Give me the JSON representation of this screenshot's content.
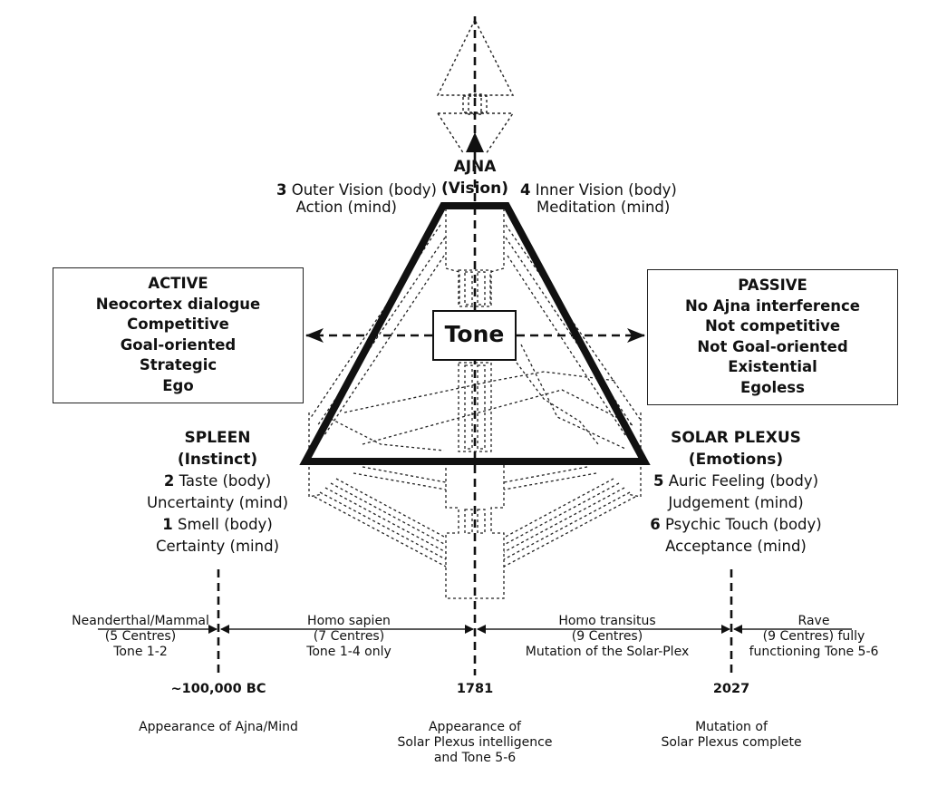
{
  "centres": {
    "ajna": {
      "title": "AJNA",
      "subtitle": "(Vision)",
      "left_num": "3",
      "left_body": "Outer Vision (body)",
      "left_mind": "Action (mind)",
      "right_num": "4",
      "right_body": "Inner Vision (body)",
      "right_mind": "Meditation (mind)"
    },
    "spleen": {
      "title": "SPLEEN",
      "subtitle": "(Instinct)",
      "tone_a_num": "2",
      "tone_a_body": "Taste (body)",
      "tone_a_mind": "Uncertainty (mind)",
      "tone_b_num": "1",
      "tone_b_body": "Smell (body)",
      "tone_b_mind": "Certainty (mind)"
    },
    "solar_plexus": {
      "title": "SOLAR PLEXUS",
      "subtitle": "(Emotions)",
      "tone_a_num": "5",
      "tone_a_body": "Auric Feeling (body)",
      "tone_a_mind": "Judgement (mind)",
      "tone_b_num": "6",
      "tone_b_body": "Psychic Touch (body)",
      "tone_b_mind": "Acceptance (mind)"
    }
  },
  "tone_label": "Tone",
  "active_box": {
    "lines": [
      "ACTIVE",
      "Neocortex dialogue",
      "Competitive",
      "Goal-oriented",
      "Strategic",
      "Ego"
    ]
  },
  "passive_box": {
    "lines": [
      "PASSIVE",
      "No Ajna interference",
      "Not competitive",
      "Not Goal-oriented",
      "Existential",
      "Egoless"
    ]
  },
  "timeline": {
    "eras": [
      {
        "name": "Neanderthal/Mammal",
        "centres": "(5 Centres)",
        "note": "Tone 1-2"
      },
      {
        "name": "Homo sapien",
        "centres": "(7 Centres)",
        "note": "Tone 1-4 only"
      },
      {
        "name": "Homo transitus",
        "centres": "(9 Centres)",
        "note": "Mutation of the Solar-Plex"
      },
      {
        "name": "Rave",
        "centres": "(9 Centres) fully",
        "note": "functioning Tone 5-6"
      }
    ],
    "milestones": [
      {
        "date": "~100,000 BC",
        "desc": [
          "Appearance of Ajna/Mind"
        ]
      },
      {
        "date": "1781",
        "desc": [
          "Appearance of",
          "Solar Plexus intelligence",
          "and Tone 5-6"
        ]
      },
      {
        "date": "2027",
        "desc": [
          "Mutation of",
          "Solar Plexus complete"
        ]
      }
    ]
  }
}
